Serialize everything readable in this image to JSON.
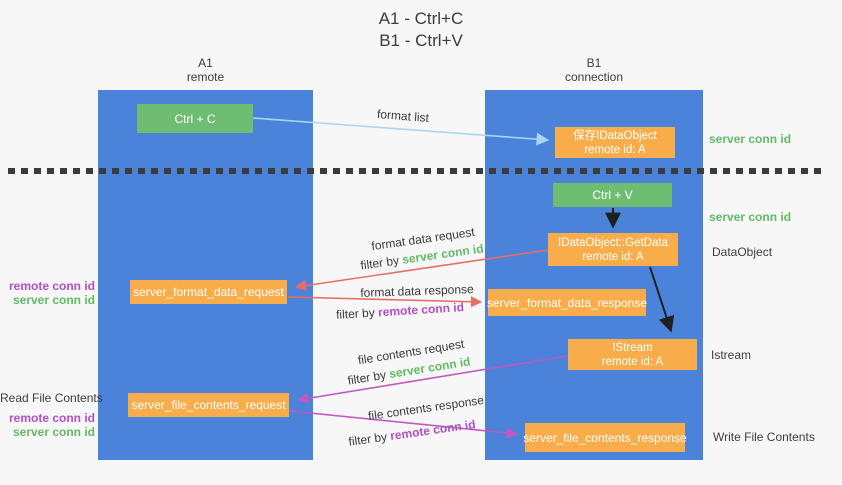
{
  "title": {
    "line1": "A1 - Ctrl+C",
    "line2": "B1 - Ctrl+V"
  },
  "columns": {
    "a1": {
      "id": "A1",
      "name": "remote"
    },
    "b1": {
      "id": "B1",
      "name": "connection"
    }
  },
  "boxes": {
    "ctrl_c": "Ctrl + C",
    "ctrl_v": "Ctrl + V",
    "save_dataobject": "保存IDataObject",
    "getdata": "IDataObject::GetData",
    "istream": "IStream",
    "remote_id": "remote id: A",
    "format_request": "server_format_data_request",
    "format_response": "server_format_data_response",
    "file_request": "server_file_contents_request",
    "file_response": "server_file_contents_response"
  },
  "labels": {
    "format_list": "format list",
    "format_data_request": "format data request",
    "format_data_response": "format data response",
    "file_contents_request": "file contents request",
    "file_contents_response": "file contents response",
    "filter_by": "filter by",
    "server_conn_id": "server conn id",
    "remote_conn_id": "remote conn id"
  },
  "annotations": {
    "read_file_contents": "Read File Contents",
    "dataobject": "DataObject",
    "istream": "Istream",
    "write_file_contents": "Write File Contents"
  },
  "colors": {
    "column_blue": "#4a83d9",
    "box_green": "#6fbd72",
    "box_orange": "#f9ad4a",
    "arrow_light_blue": "#aad5f2",
    "arrow_red": "#e76e63",
    "arrow_magenta": "#c258c2",
    "arrow_black": "#1f1f1f",
    "text_green": "#61ba64",
    "text_purple": "#b24fc6",
    "text_dark": "#3c3c3c",
    "background": "#f7f7f8"
  }
}
